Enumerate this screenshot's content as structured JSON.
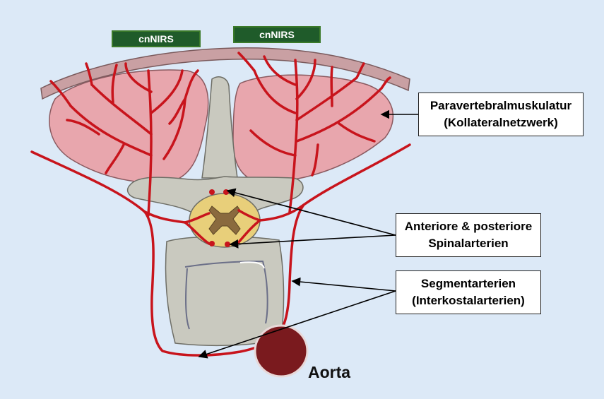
{
  "sensors": [
    {
      "label": "cnNIRS"
    },
    {
      "label": "cnNIRS"
    }
  ],
  "labels": {
    "muscle": [
      "Paravertebralmuskulatur",
      "(Kollateralnetzwerk)"
    ],
    "spinal": [
      "Anteriore & posteriore",
      "Spinalarterien"
    ],
    "segment": [
      "Segmentarterien",
      "(Interkostalarterien)"
    ],
    "aorta": "Aorta"
  },
  "colors": {
    "background": "#dce9f7",
    "artery": "#c8141c",
    "muscle": "#e8a6ad",
    "bone": "#c9c9bf",
    "skin": "#c9a0a3",
    "spinal_cord": "#e8cf7a",
    "grey_matter": "#8a6a3e",
    "aorta": "#7a1a1e",
    "sensor": "#1f5b2a"
  }
}
